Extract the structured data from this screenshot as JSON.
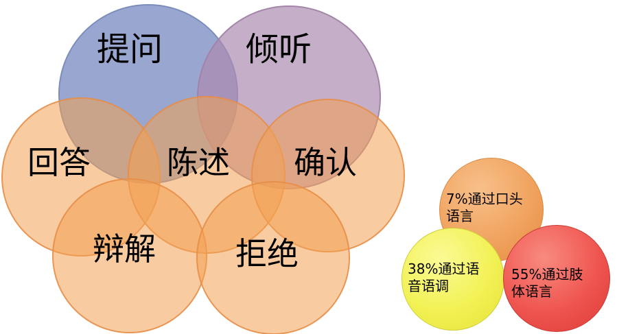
{
  "diagram": {
    "background_color": "#ffffff",
    "main_circles": [
      {
        "id": "ask",
        "label": "提问",
        "color": "#8fa0cb"
      },
      {
        "id": "listen",
        "label": "倾听",
        "color": "#bfa3c3"
      },
      {
        "id": "answer",
        "label": "回答",
        "color": "#f6c093"
      },
      {
        "id": "state",
        "label": "陈述",
        "color": "#f6c093"
      },
      {
        "id": "confirm",
        "label": "确认",
        "color": "#f6c093"
      },
      {
        "id": "justify",
        "label": "辩解",
        "color": "#f6c093"
      },
      {
        "id": "refuse",
        "label": "拒绝",
        "color": "#f6c093"
      }
    ],
    "percent_circles": [
      {
        "id": "verbal",
        "label": "7%通过口头语言",
        "percent": "7%",
        "color": "#f0a35f"
      },
      {
        "id": "tone",
        "label": "38%通过语音语调",
        "percent": "38%",
        "color": "#f2f155"
      },
      {
        "id": "body",
        "label": "55%通过肢体语言",
        "percent": "55%",
        "color": "#ef5550"
      }
    ]
  }
}
